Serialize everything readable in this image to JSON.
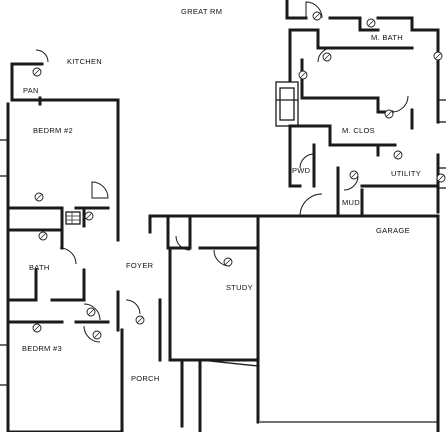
{
  "rooms": {
    "great_rm": "GREAT RM",
    "m_bath": "M. BATH",
    "kitchen": "KITCHEN",
    "pan": "PAN",
    "bedrm2": "BEDRM #2",
    "m_clos": "M. CLOS",
    "pwd": "PWD",
    "utility": "UTILITY",
    "mud": "MUD",
    "garage": "GARAGE",
    "bath": "BATH",
    "foyer": "FOYER",
    "study": "STUDY",
    "bedrm3": "BEDRM #3",
    "porch": "PORCH"
  },
  "door_tag_symbol": "⊘"
}
